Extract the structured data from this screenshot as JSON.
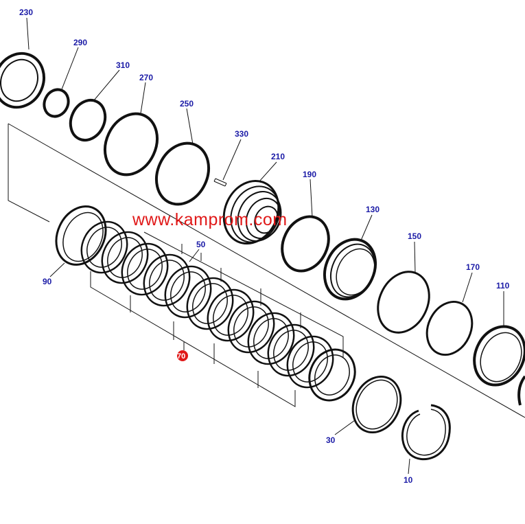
{
  "diagram": {
    "watermark": "www.kamprom.com",
    "highlight_color": "#e01818",
    "callout_color": "#1a1aa6",
    "callouts": {
      "c230": "230",
      "c290": "290",
      "c310": "310",
      "c270": "270",
      "c250": "250",
      "c330": "330",
      "c210": "210",
      "c190": "190",
      "c130": "130",
      "c150": "150",
      "c170": "170",
      "c110": "110",
      "c90": "90",
      "c50": "50",
      "c70": "70",
      "c30": "30",
      "c10": "10"
    }
  }
}
